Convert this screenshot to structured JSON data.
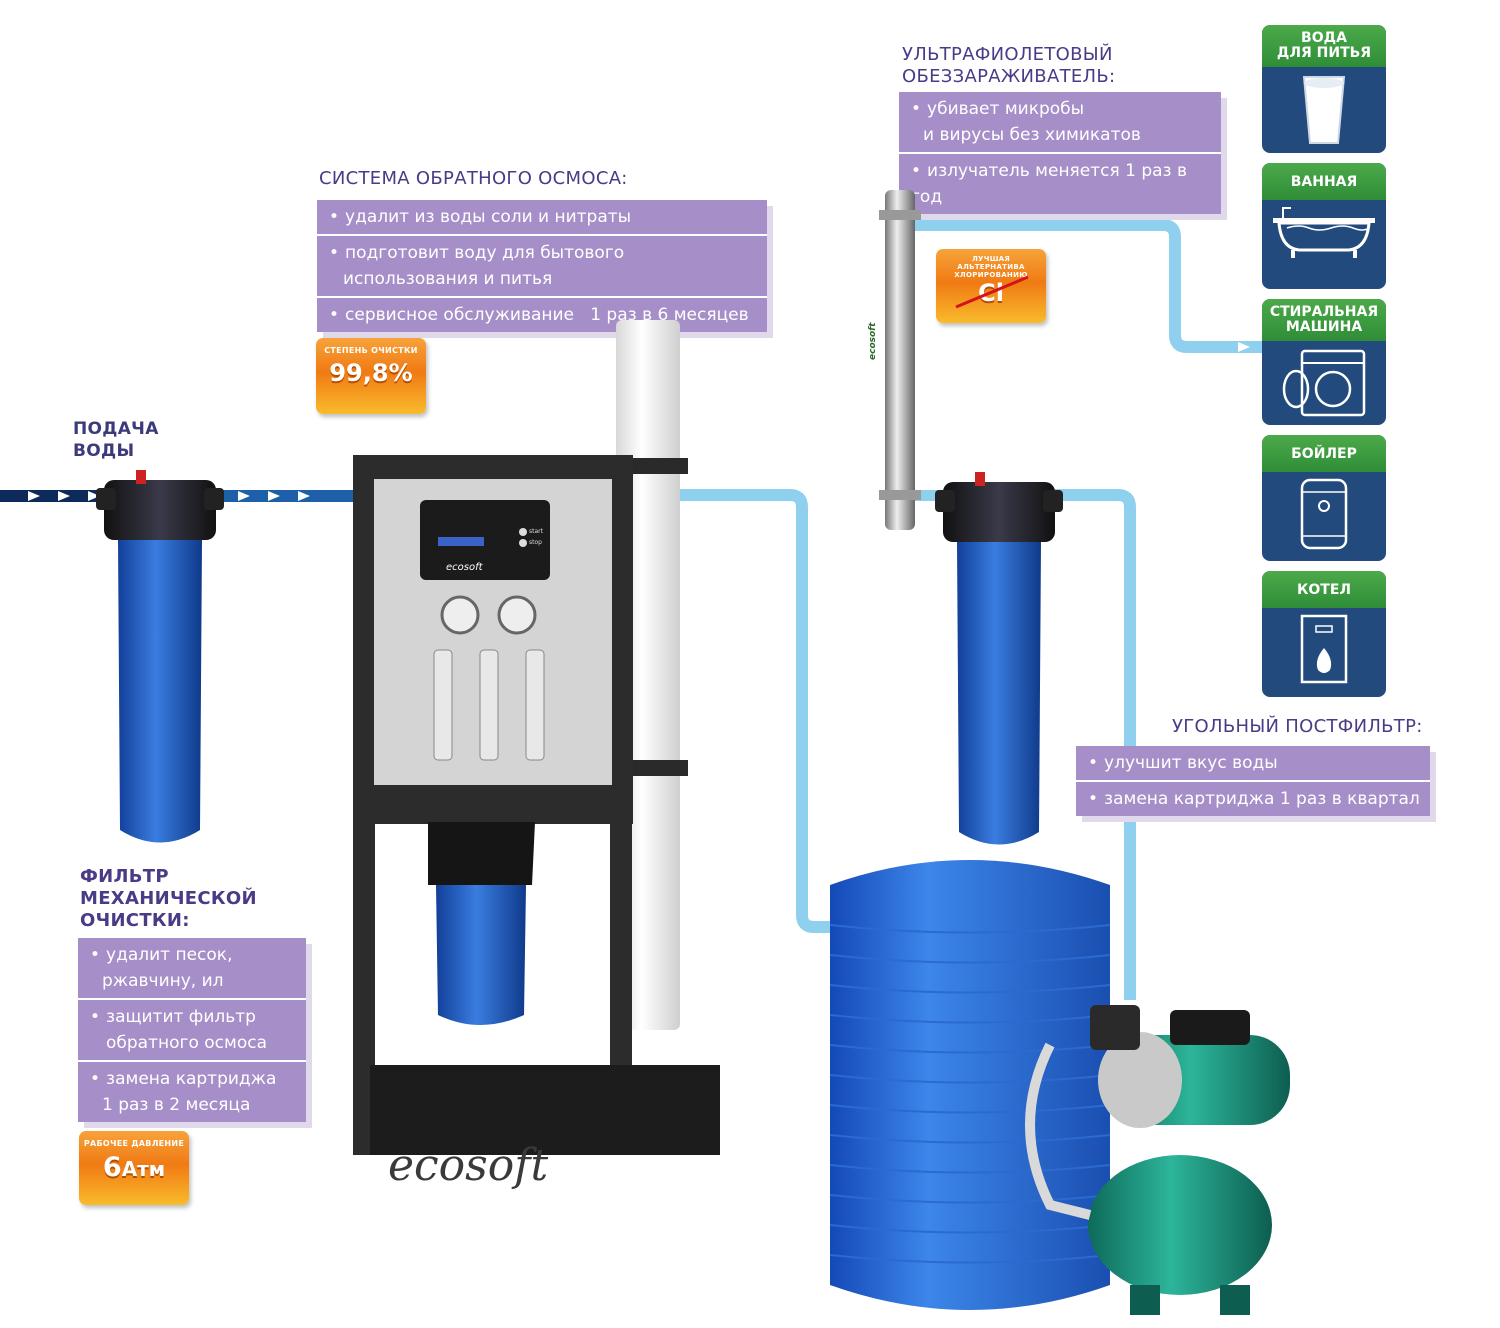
{
  "supply": {
    "label_line1": "ПОДАЧА",
    "label_line2": "ВОДЫ"
  },
  "mech_filter": {
    "title_line1": "ФИЛЬТР",
    "title_line2": "МЕХАНИЧЕСКОЙ",
    "title_line3": "ОЧИСТКИ:",
    "items": [
      {
        "line1": "удалит песок,",
        "line2": "ржавчину, ил"
      },
      {
        "line1": "защитит фильтр",
        "line2": "обратного осмоса"
      },
      {
        "line1": "замена картриджа",
        "line2": "1 раз в 2 месяца"
      }
    ],
    "badge_caption": "РАБОЧЕЕ ДАВЛЕНИЕ",
    "badge_value": "6",
    "badge_unit": "Атм"
  },
  "ro_system": {
    "title": "СИСТЕМА ОБРАТНОГО ОСМОСА:",
    "items": [
      {
        "line1": "удалит из воды соли и нитраты",
        "line2": ""
      },
      {
        "line1": "подготовит воду для бытового",
        "line2": "использования и питья"
      },
      {
        "line1": "сервисное обслуживание   1 раз в 6 месяцев",
        "line2": ""
      }
    ],
    "badge_caption": "СТЕПЕНЬ ОЧИСТКИ",
    "badge_value": "99,8%",
    "brand": "ecosoft",
    "panel_start": "start",
    "panel_stop": "stop"
  },
  "uv": {
    "title_line1": "УЛЬТРАФИОЛЕТОВЫЙ",
    "title_line2": "ОБЕЗЗАРАЖИВАТЕЛЬ:",
    "items": [
      {
        "line1": "убивает микробы",
        "line2": "и вирусы без химикатов"
      },
      {
        "line1": "излучатель меняется 1 раз в год",
        "line2": ""
      }
    ],
    "badge_line1": "ЛУЧШАЯ",
    "badge_line2": "АЛЬТЕРНАТИВА",
    "badge_line3": "ХЛОРИРОВАНИЮ",
    "badge_symbol": "Cl",
    "brand": "ecosoft"
  },
  "carbon": {
    "title": "УГОЛЬНЫЙ ПОСТФИЛЬТР:",
    "items": [
      {
        "line1": "улучшит вкус воды",
        "line2": ""
      },
      {
        "line1": "замена картриджа 1 раз в квартал",
        "line2": ""
      }
    ]
  },
  "destinations": [
    {
      "line1": "ВОДА",
      "line2": "ДЛЯ ПИТЬЯ",
      "icon": "glass-icon"
    },
    {
      "line1": "ВАННАЯ",
      "line2": "",
      "icon": "bathtub-icon"
    },
    {
      "line1": "СТИРАЛЬНАЯ",
      "line2": "МАШИНА",
      "icon": "washing-machine-icon"
    },
    {
      "line1": "БОЙЛЕР",
      "line2": "",
      "icon": "boiler-icon"
    },
    {
      "line1": "КОТЕЛ",
      "line2": "",
      "icon": "gas-boiler-icon"
    }
  ],
  "colors": {
    "label_purple": "#a68fc8",
    "title_purple": "#4b3b87",
    "tile_blue": "#234a7c",
    "tile_green": "#3a9a40",
    "pipe_light": "#8ed0ee",
    "pipe_dark": "#1d5fa8",
    "badge_orange": "#f28a1e"
  }
}
